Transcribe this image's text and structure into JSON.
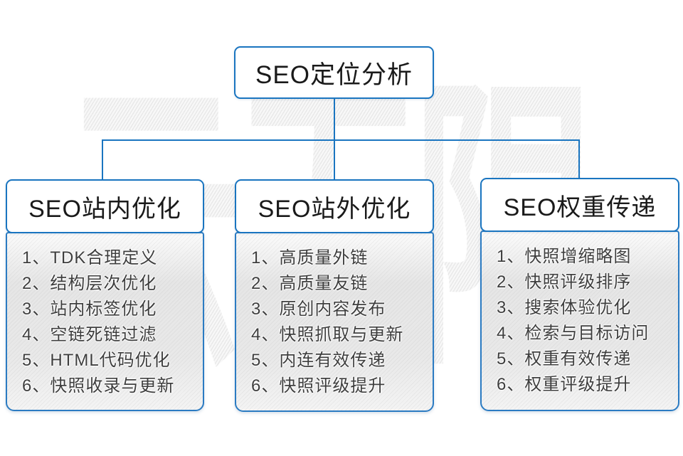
{
  "root": {
    "title": "SEO定位分析"
  },
  "watermark": {
    "text": "云无限"
  },
  "colors": {
    "connector_blue": "#1a75c0",
    "header_text": "#1a1a1a",
    "item_text": "#3e3e3e",
    "panel_gray": "#e8e8e8",
    "background": "#ffffff"
  },
  "columns": [
    {
      "title": "SEO站内优化",
      "items": [
        "1、TDK合理定义",
        "2、结构层次优化",
        "3、站内标签优化",
        "4、空链死链过滤",
        "5、HTML代码优化",
        "6、快照收录与更新"
      ]
    },
    {
      "title": "SEO站外优化",
      "items": [
        "1、高质量外链",
        "2、高质量友链",
        "3、原创内容发布",
        "4、快照抓取与更新",
        "5、内连有效传递",
        "6、快照评级提升"
      ]
    },
    {
      "title": "SEO权重传递",
      "items": [
        "1、快照增缩略图",
        "2、快照评级排序",
        "3、搜索体验优化",
        "4、检索与目标访问",
        "5、权重有效传递",
        "6、权重评级提升"
      ]
    }
  ]
}
